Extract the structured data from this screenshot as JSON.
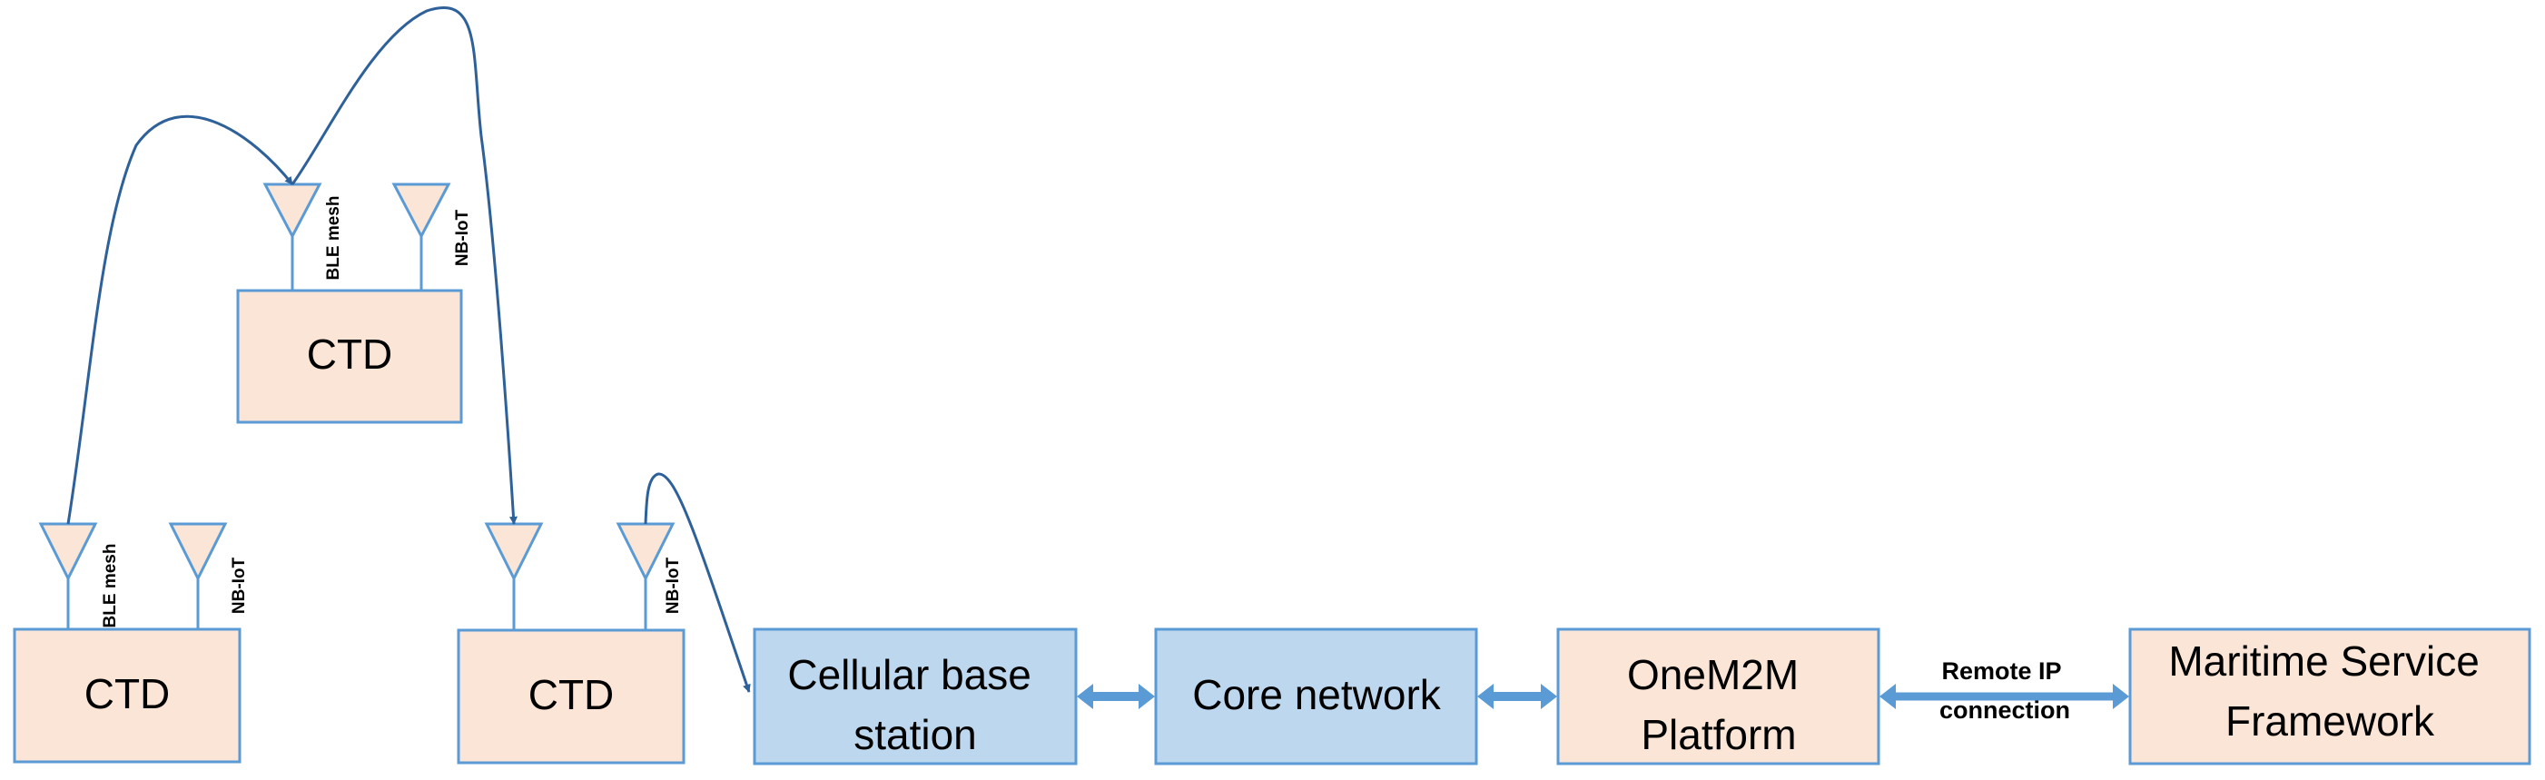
{
  "colors": {
    "device_fill": "#fbe5d6",
    "network_fill": "#bdd7ee",
    "stroke": "#5b9bd5",
    "link": "#2e6199"
  },
  "devices": {
    "ctd_top": "CTD",
    "ctd_left": "CTD",
    "ctd_mid": "CTD"
  },
  "antennas": {
    "ble_mesh": "BLE mesh",
    "nb_iot": "NB-IoT"
  },
  "network": {
    "base_station": [
      "Cellular base",
      "station"
    ],
    "core": "Core network",
    "platform": [
      "OneM2M",
      "Platform"
    ],
    "msf": [
      "Maritime Service",
      "Framework"
    ]
  },
  "links": {
    "remote_ip": [
      "Remote IP",
      "connection"
    ]
  }
}
